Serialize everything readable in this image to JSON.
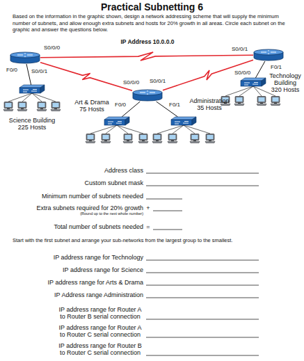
{
  "diagram": {
    "title": "Practical Subnetting 6",
    "nodes": [
      {
        "text": [
          "S0/0/0",
          "F0/0",
          "S0/0/1"
        ]
      },
      {
        "text": [
          "S0/0/0",
          "S0/0/1",
          "F0/0",
          "F0/1"
        ]
      },
      {
        "text": [
          "S0/0/1",
          "S0/0/0",
          "F0/1"
        ]
      },
      {
        "text": [
          "Science Building 225 Hosts"
        ]
      },
      {
        "text": [
          "Art & Drama 75 Hosts"
        ]
      },
      {
        "text": [
          "Administration 35 Hosts"
        ]
      },
      {
        "text": [
          "Technology Building 320 Hosts"
        ]
      }
    ],
    "edges": [
      {
        "from": 0,
        "to": 1,
        "arrow": "none"
      },
      {
        "from": 0,
        "to": 2,
        "arrow": "none"
      },
      {
        "from": 1,
        "to": 2,
        "arrow": "none"
      },
      {
        "from": 0,
        "to": 3,
        "arrow": "none"
      },
      {
        "from": 1,
        "to": 4,
        "arrow": "none"
      },
      {
        "from": 1,
        "to": 5,
        "arrow": "none"
      },
      {
        "from": 2,
        "to": 6,
        "arrow": "none"
      }
    ],
    "labels": [
      "Based on the information in the graphic shown, design a network addressing scheme that will supply the minimum number of subnets, and allow enough extra subnets and hosts for 20% growth in all areas. Circle each subnet on the graphic and answer the questions below.",
      "IP Address 10.0.0.0",
      "Address class",
      "Custom subnet mask",
      "Minimum number of subnets needed",
      "Extra subnets required for 20% growth",
      "+",
      "(Round up to the next whole number)",
      "Total number of subnets needed",
      "=",
      "Start with the first subnet and arrange your sub-networks from the largest group to the smallest.",
      "IP address range for Technology",
      "IP address range for Science",
      "IP address range for Arts & Drama",
      "IP Address range Administration",
      "IP address range for Router A to Router B serial connection",
      "IP address range for Router A to Router C serial connection",
      "IP address range for Router B to Router C serial connection"
    ]
  }
}
